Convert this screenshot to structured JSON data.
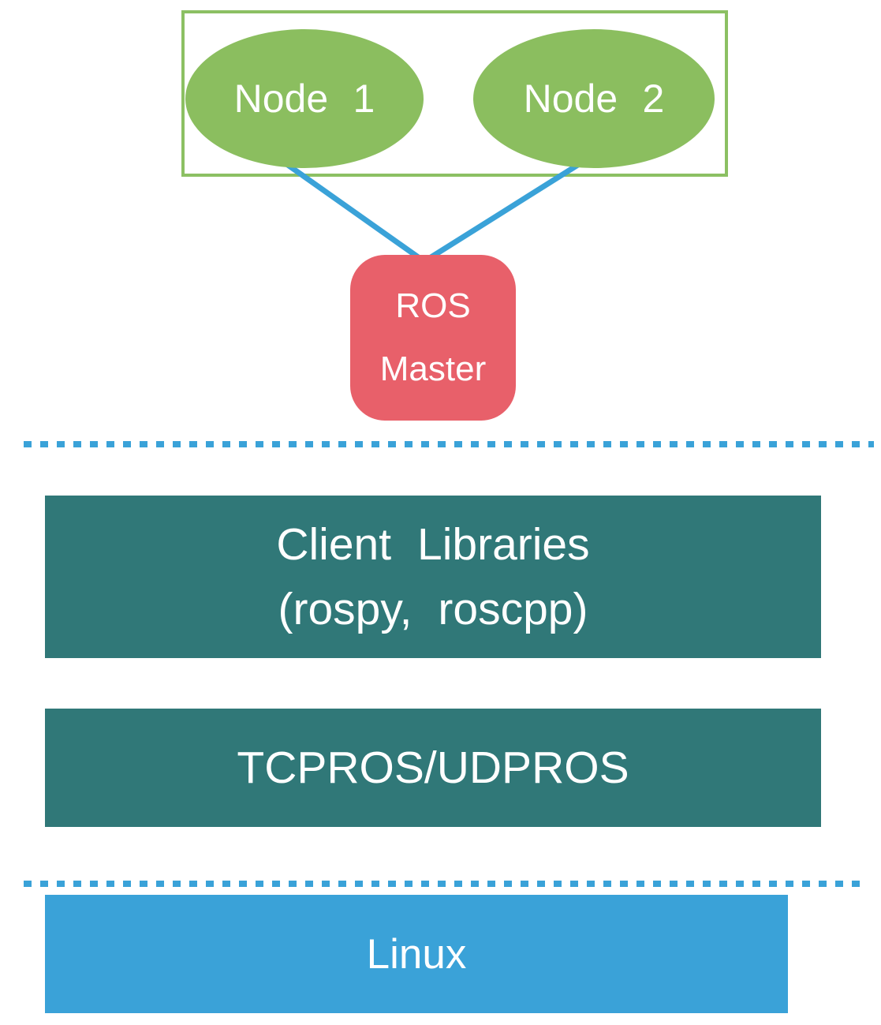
{
  "diagram": {
    "title_hint": "ROS architecture diagram",
    "nodes_group": {
      "node1_label": "Node 1",
      "node2_label": "Node 2"
    },
    "ros_master": {
      "line1": "ROS",
      "line2": "Master"
    },
    "layers": {
      "client_libraries_line1": "Client Libraries",
      "client_libraries_line2": "(rospy, roscpp)",
      "transport_label": "TCPROS/UDPROS",
      "os_label": "Linux"
    },
    "colors": {
      "node_green": "#8bbe5f",
      "group_border_green": "#8cc063",
      "master_red": "#e8606a",
      "layer_teal": "#307878",
      "os_blue": "#3aa2d8",
      "connector_blue": "#3aa2d8",
      "text_white": "#ffffff"
    }
  }
}
